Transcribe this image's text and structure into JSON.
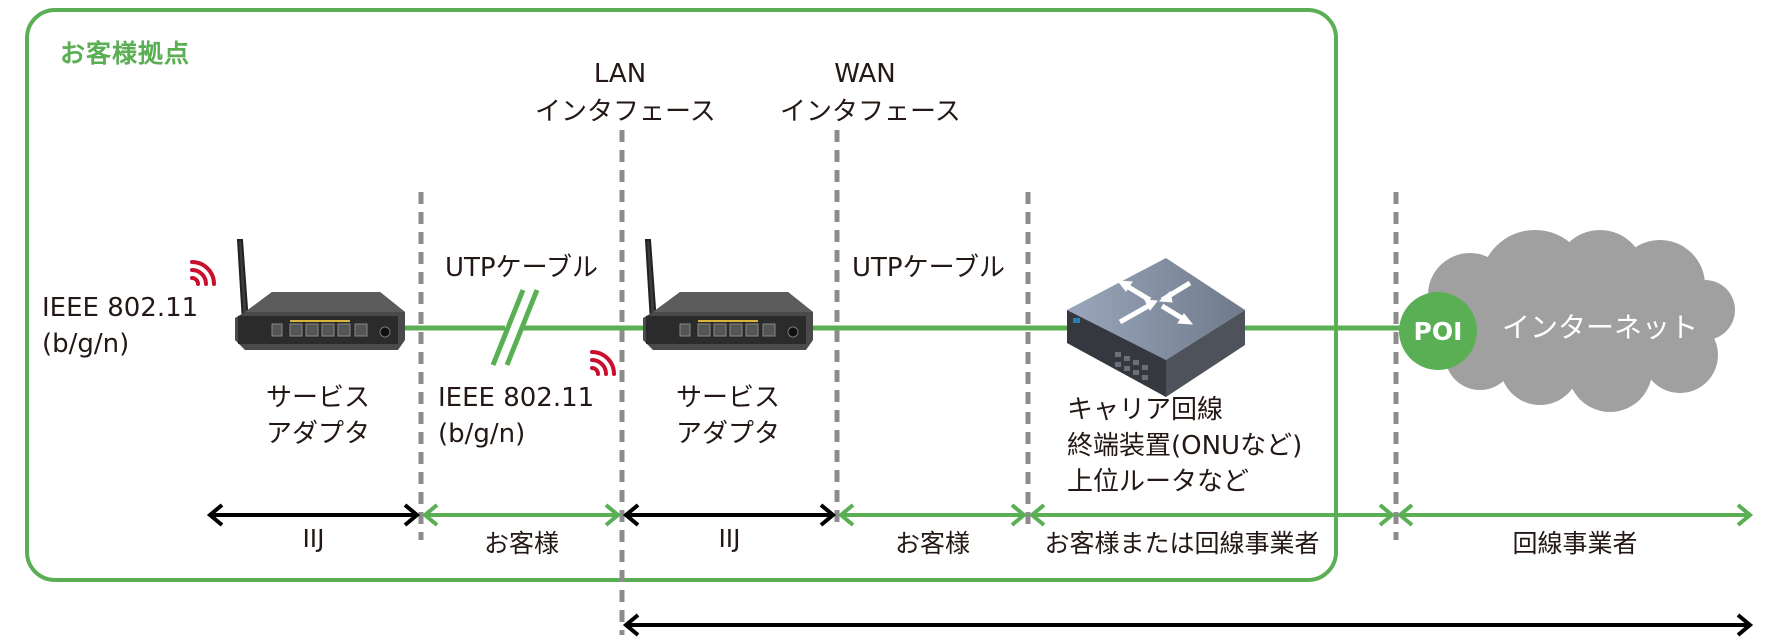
{
  "title": "お客様拠点",
  "interfaces": {
    "lan": {
      "line1": "LAN",
      "line2": "インタフェース"
    },
    "wan": {
      "line1": "WAN",
      "line2": "インタフェース"
    }
  },
  "wireless_left": {
    "line1": "IEEE 802.11",
    "line2": "(b/g/n)"
  },
  "wireless_mid": {
    "line1": "IEEE 802.11",
    "line2": "(b/g/n)"
  },
  "cables": {
    "lan_cable": "UTPケーブル",
    "wan_cable": "UTPケーブル"
  },
  "devices": {
    "adapter1": {
      "line1": "サービス",
      "line2": "アダプタ"
    },
    "adapter2": {
      "line1": "サービス",
      "line2": "アダプタ"
    },
    "onu": {
      "line1": "キャリア回線",
      "line2": "終端装置(ONUなど)",
      "line3": "上位ルータなど"
    }
  },
  "poi": "POI",
  "internet": "インターネット",
  "responsibility": [
    {
      "label": "IIJ",
      "color": "black"
    },
    {
      "label": "お客様",
      "color": "green"
    },
    {
      "label": "IIJ",
      "color": "black"
    },
    {
      "label": "お客様",
      "color": "green"
    },
    {
      "label": "お客様または回線事業者",
      "color": "green"
    },
    {
      "label": "回線事業者",
      "color": "green"
    }
  ],
  "colors": {
    "accent_green": "#5aaf54",
    "divider_gray": "#8c8c8c",
    "wifi_red": "#c8102e",
    "cloud_gray": "#a0a0a0",
    "arrow_black": "#000000"
  }
}
